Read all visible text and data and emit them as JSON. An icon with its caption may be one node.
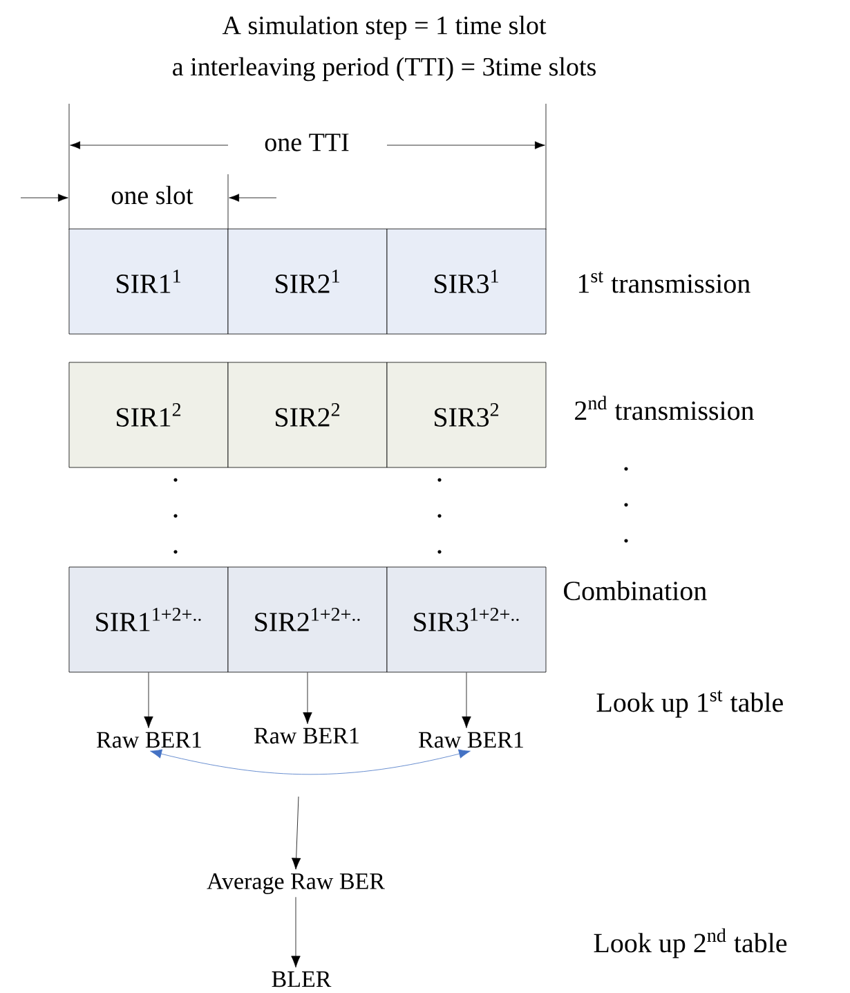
{
  "diagram": {
    "nodes": [
      {
        "text": [
          "SIR1$^{1}$"
        ]
      },
      {
        "text": [
          "SIR2$^{1}$"
        ]
      },
      {
        "text": [
          "SIR3$^{1}$"
        ]
      },
      {
        "text": [
          "SIR1$^{2}$"
        ]
      },
      {
        "text": [
          "SIR2$^{2}$"
        ]
      },
      {
        "text": [
          "SIR3$^{2}$"
        ]
      },
      {
        "text": [
          "SIR1$^{1+2+..}$"
        ]
      },
      {
        "text": [
          "SIR2$^{1+2+..}$"
        ]
      },
      {
        "text": [
          "SIR3$^{1+2+..}$"
        ]
      },
      {
        "text": [
          "Raw BER1"
        ]
      },
      {
        "text": [
          "Raw BER1"
        ]
      },
      {
        "text": [
          "Raw BER1"
        ]
      },
      {
        "text": [
          "Average Raw BER"
        ]
      },
      {
        "text": [
          "BLER"
        ]
      }
    ],
    "edges": [
      {
        "from": 6,
        "to": 9,
        "arrow": "to"
      },
      {
        "from": 7,
        "to": 10,
        "arrow": "to"
      },
      {
        "from": 8,
        "to": 11,
        "arrow": "to"
      },
      {
        "from": 9,
        "to": 11,
        "arrow": "both",
        "color": "#4472c4"
      },
      {
        "from": null,
        "to": 12,
        "arrow": "to"
      },
      {
        "from": 12,
        "to": 13,
        "arrow": "to"
      }
    ],
    "labels": [
      "A simulation step = 1 time slot",
      "a interleaving period (TTI) = 3time slots",
      "one TTI",
      "one slot",
      "1$^{st}$ transmission",
      "2$^{nd}$  transmission",
      "Combination",
      "Look up 1$^{st}$ table",
      "Look up 2$^{nd}$ table"
    ]
  }
}
